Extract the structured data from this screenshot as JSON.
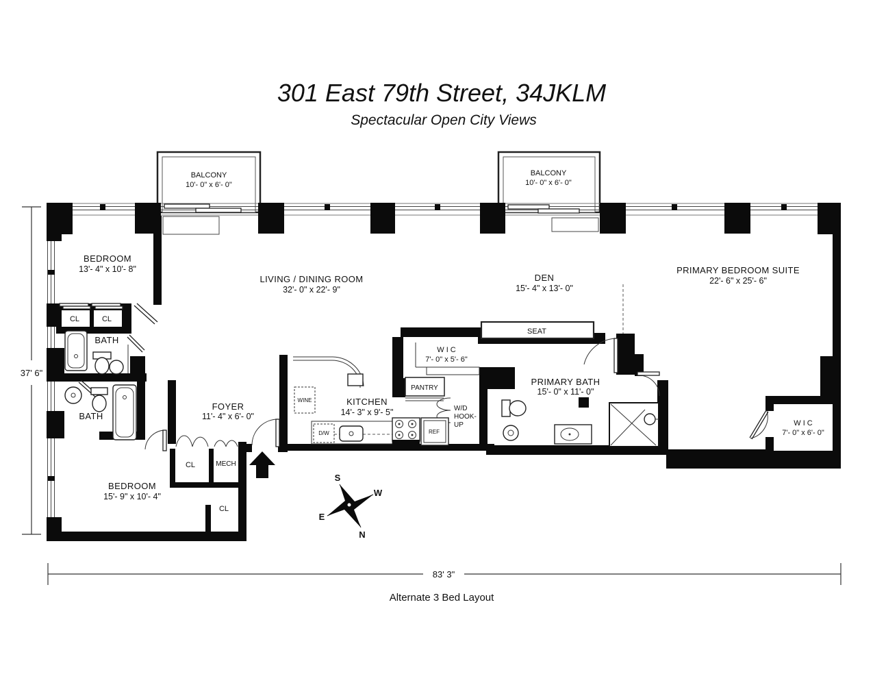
{
  "title": "301 East 79th Street, 34JKLM",
  "subtitle": "Spectacular Open City Views",
  "caption": "Alternate 3 Bed Layout",
  "dimensions": {
    "height": "37' 6\"",
    "width": "83' 3\""
  },
  "compass": {
    "north": "N",
    "south": "S",
    "east": "E",
    "west": "W"
  },
  "rooms": {
    "balcony_left": {
      "name": "BALCONY",
      "dims": "10'- 0\" x 6'- 0\""
    },
    "balcony_right": {
      "name": "BALCONY",
      "dims": "10'- 0\" x 6'- 0\""
    },
    "bedroom_top": {
      "name": "BEDROOM",
      "dims": "13'- 4\" x 10'- 8\""
    },
    "living_dining": {
      "name": "LIVING / DINING ROOM",
      "dims": "32'- 0\" x 22'- 9\""
    },
    "den": {
      "name": "DEN",
      "dims": "15'- 4\" x 13'- 0\""
    },
    "primary_suite": {
      "name": "PRIMARY BEDROOM SUITE",
      "dims": "22'- 6\" x 25'- 6\""
    },
    "wic_middle": {
      "name": "W I C",
      "dims": "7'- 0\" x 5'- 6\""
    },
    "primary_bath": {
      "name": "PRIMARY BATH",
      "dims": "15'- 0\" x 11'- 0\""
    },
    "wic_right": {
      "name": "W I C",
      "dims": "7'- 0\" x 6'- 0\""
    },
    "kitchen": {
      "name": "KITCHEN",
      "dims": "14'- 3\" x 9'- 5\""
    },
    "foyer": {
      "name": "FOYER",
      "dims": "11'- 4\" x 6'- 0\""
    },
    "bedroom_bottom": {
      "name": "BEDROOM",
      "dims": "15'- 9\" x 10'- 4\""
    },
    "bath_upper": {
      "name": "BATH"
    },
    "bath_lower": {
      "name": "BATH"
    },
    "closet_1": {
      "name": "CL"
    },
    "closet_2": {
      "name": "CL"
    },
    "closet_foyer": {
      "name": "CL"
    },
    "mech": {
      "name": "MECH"
    },
    "closet_bedroom": {
      "name": "CL"
    },
    "pantry": {
      "name": "PANTRY"
    },
    "seat": {
      "name": "SEAT"
    },
    "wd_hookup": {
      "line1": "W/D",
      "line2": "HOOK-",
      "line3": "UP"
    }
  },
  "appliances": {
    "wine": "WINE",
    "dishwasher": "D/W",
    "refrigerator": "REF"
  }
}
